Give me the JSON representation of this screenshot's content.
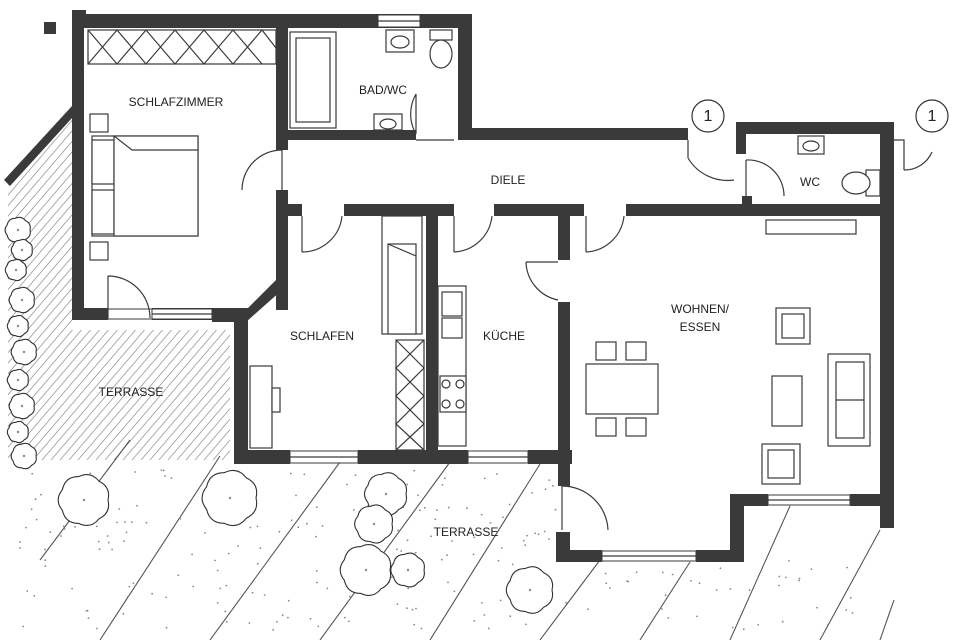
{
  "rooms": {
    "schlafzimmer": "SCHLAFZIMMER",
    "bad_wc": "BAD/WC",
    "diele": "DIELE",
    "wc": "WC",
    "schlafen": "SCHLAFEN",
    "kueche": "KÜCHE",
    "wohnen_line1": "WOHNEN/",
    "wohnen_line2": "ESSEN",
    "terrasse_left": "TERRASSE",
    "terrasse_bottom": "TERRASSE"
  },
  "markers": {
    "entrance_main": "1",
    "entrance_side": "1"
  },
  "colors": {
    "wall": "#3a3a3a",
    "background": "#ffffff"
  }
}
